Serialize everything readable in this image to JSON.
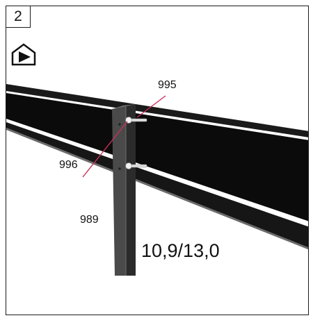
{
  "step": {
    "number": "2"
  },
  "view_icon": {
    "name": "view-direction-arrow-icon"
  },
  "parts": {
    "screw_top": "995",
    "screw_bottom": "996",
    "post": "989"
  },
  "dimension": {
    "text": "10,9/13,0"
  },
  "colors": {
    "panel": "#0b0b0b",
    "post": "#4a4a4a",
    "leader_line": "#c8305a",
    "frame": "#1a1a1a"
  }
}
